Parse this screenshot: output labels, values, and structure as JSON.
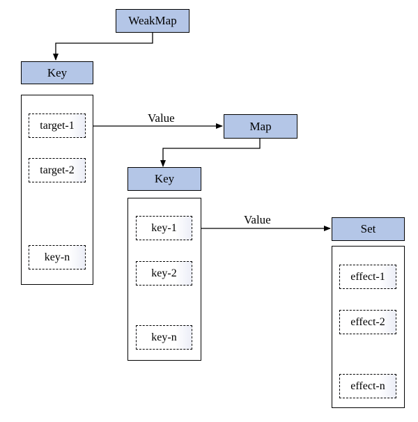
{
  "root": {
    "label": "WeakMap"
  },
  "level1": {
    "header": "Key",
    "items": [
      "target-1",
      "target-2",
      "key-n"
    ],
    "edge_label": "Value"
  },
  "level2": {
    "header_map": "Map",
    "header_key": "Key",
    "items": [
      "key-1",
      "key-2",
      "key-n"
    ],
    "edge_label": "Value"
  },
  "level3": {
    "header": "Set",
    "items": [
      "effect-1",
      "effect-2",
      "effect-n"
    ]
  },
  "colors": {
    "header_fill": "#b4c6e7",
    "line": "#000000"
  }
}
